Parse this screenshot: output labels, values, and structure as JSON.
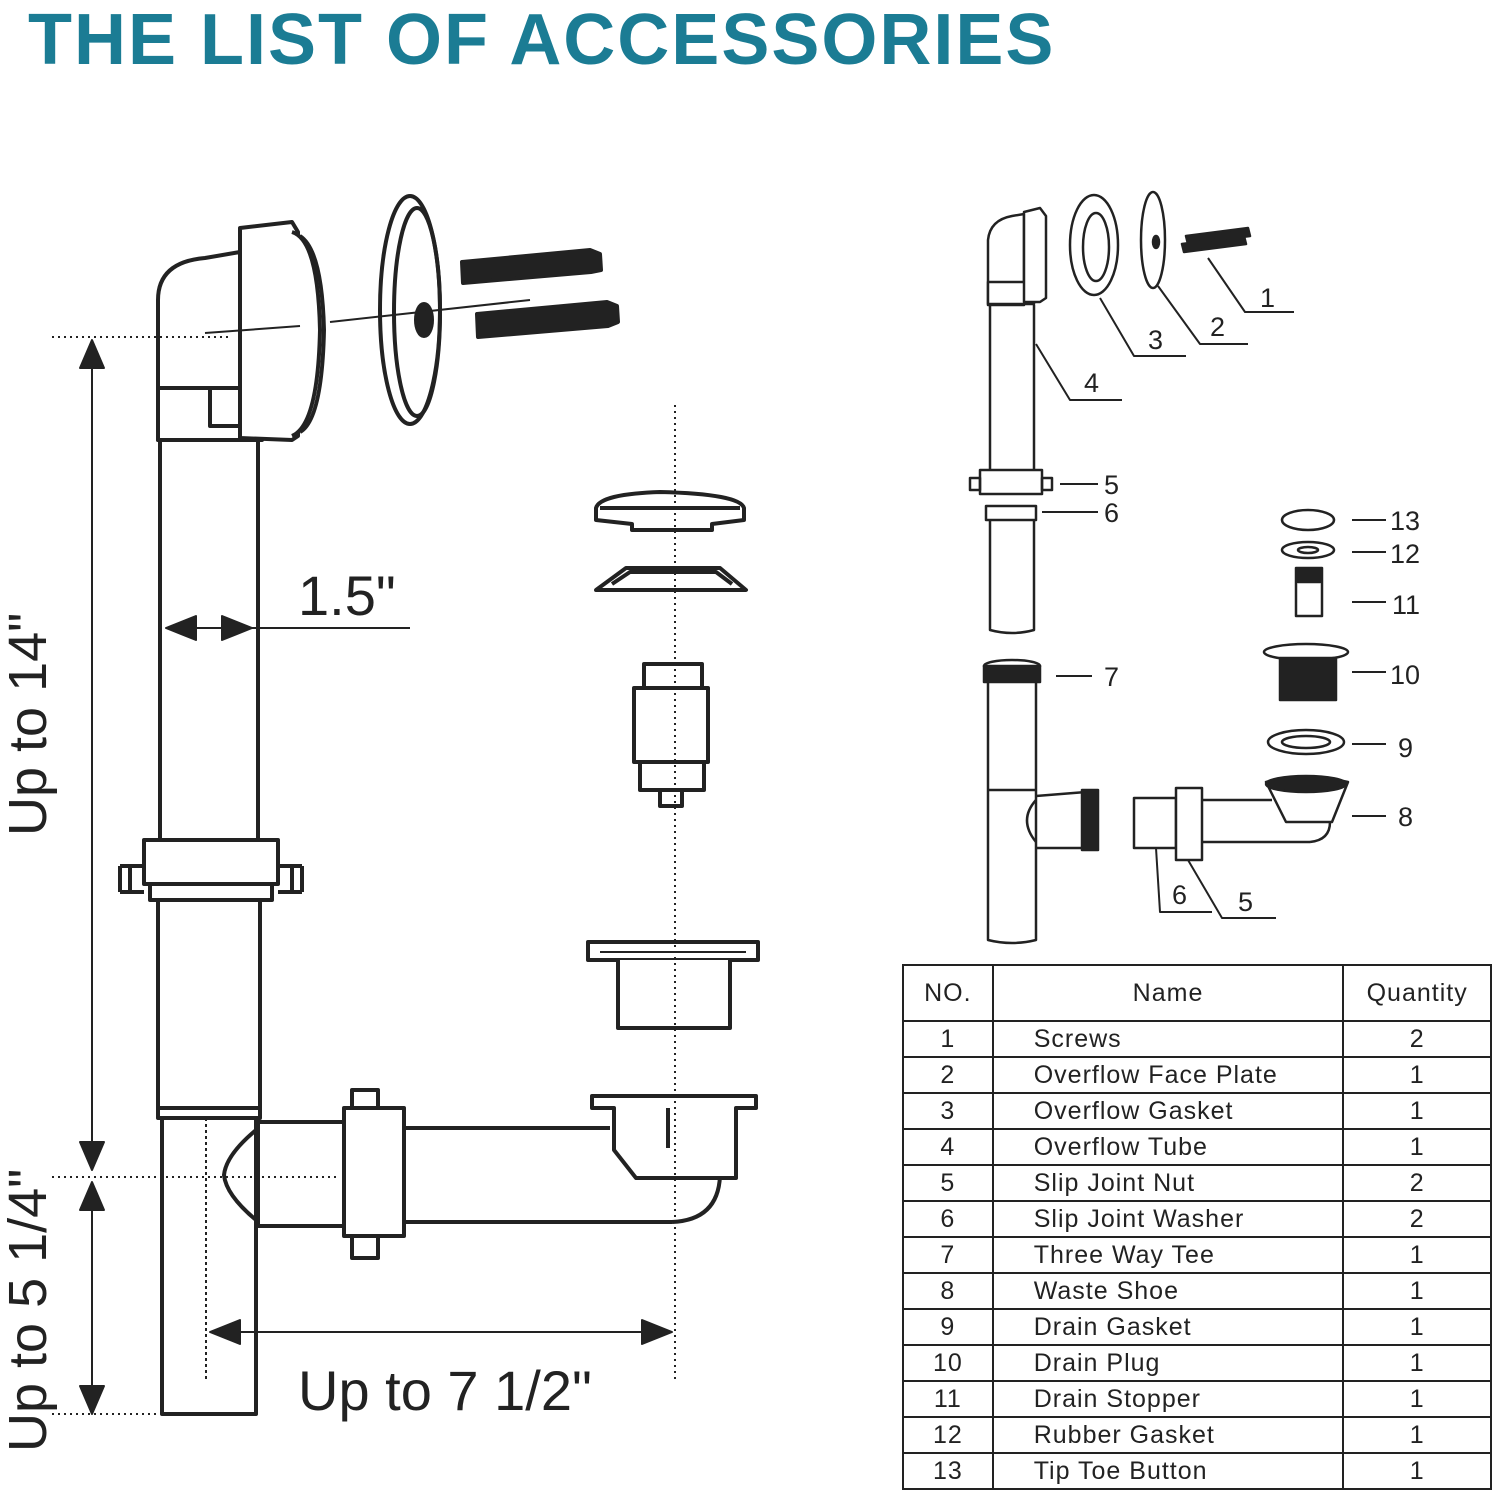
{
  "title": "THE LIST OF ACCESSORIES",
  "colors": {
    "title": "#1b7c94",
    "line": "#222222"
  },
  "dimensions": {
    "pipe_diameter": "1.5\"",
    "vertical_overflow": "Up to 14\"",
    "vertical_tee": "Up to 5 1/4\"",
    "horizontal_reach": "Up to 7 1/2\""
  },
  "callouts": [
    "1",
    "2",
    "3",
    "4",
    "5",
    "6",
    "13",
    "12",
    "11",
    "7",
    "10",
    "9",
    "8",
    "6",
    "5"
  ],
  "table": {
    "headers": {
      "no": "NO.",
      "name": "Name",
      "quantity": "Quantity"
    },
    "rows": [
      {
        "no": "1",
        "name": "Screws",
        "qty": "2"
      },
      {
        "no": "2",
        "name": "Overflow Face Plate",
        "qty": "1"
      },
      {
        "no": "3",
        "name": "Overflow Gasket",
        "qty": "1"
      },
      {
        "no": "4",
        "name": "Overflow Tube",
        "qty": "1"
      },
      {
        "no": "5",
        "name": "Slip Joint Nut",
        "qty": "2"
      },
      {
        "no": "6",
        "name": "Slip Joint Washer",
        "qty": "2"
      },
      {
        "no": "7",
        "name": "Three Way Tee",
        "qty": "1"
      },
      {
        "no": "8",
        "name": "Waste Shoe",
        "qty": "1"
      },
      {
        "no": "9",
        "name": "Drain Gasket",
        "qty": "1"
      },
      {
        "no": "10",
        "name": "Drain Plug",
        "qty": "1"
      },
      {
        "no": "11",
        "name": "Drain Stopper",
        "qty": "1"
      },
      {
        "no": "12",
        "name": "Rubber Gasket",
        "qty": "1"
      },
      {
        "no": "13",
        "name": "Tip Toe Button",
        "qty": "1"
      }
    ]
  }
}
